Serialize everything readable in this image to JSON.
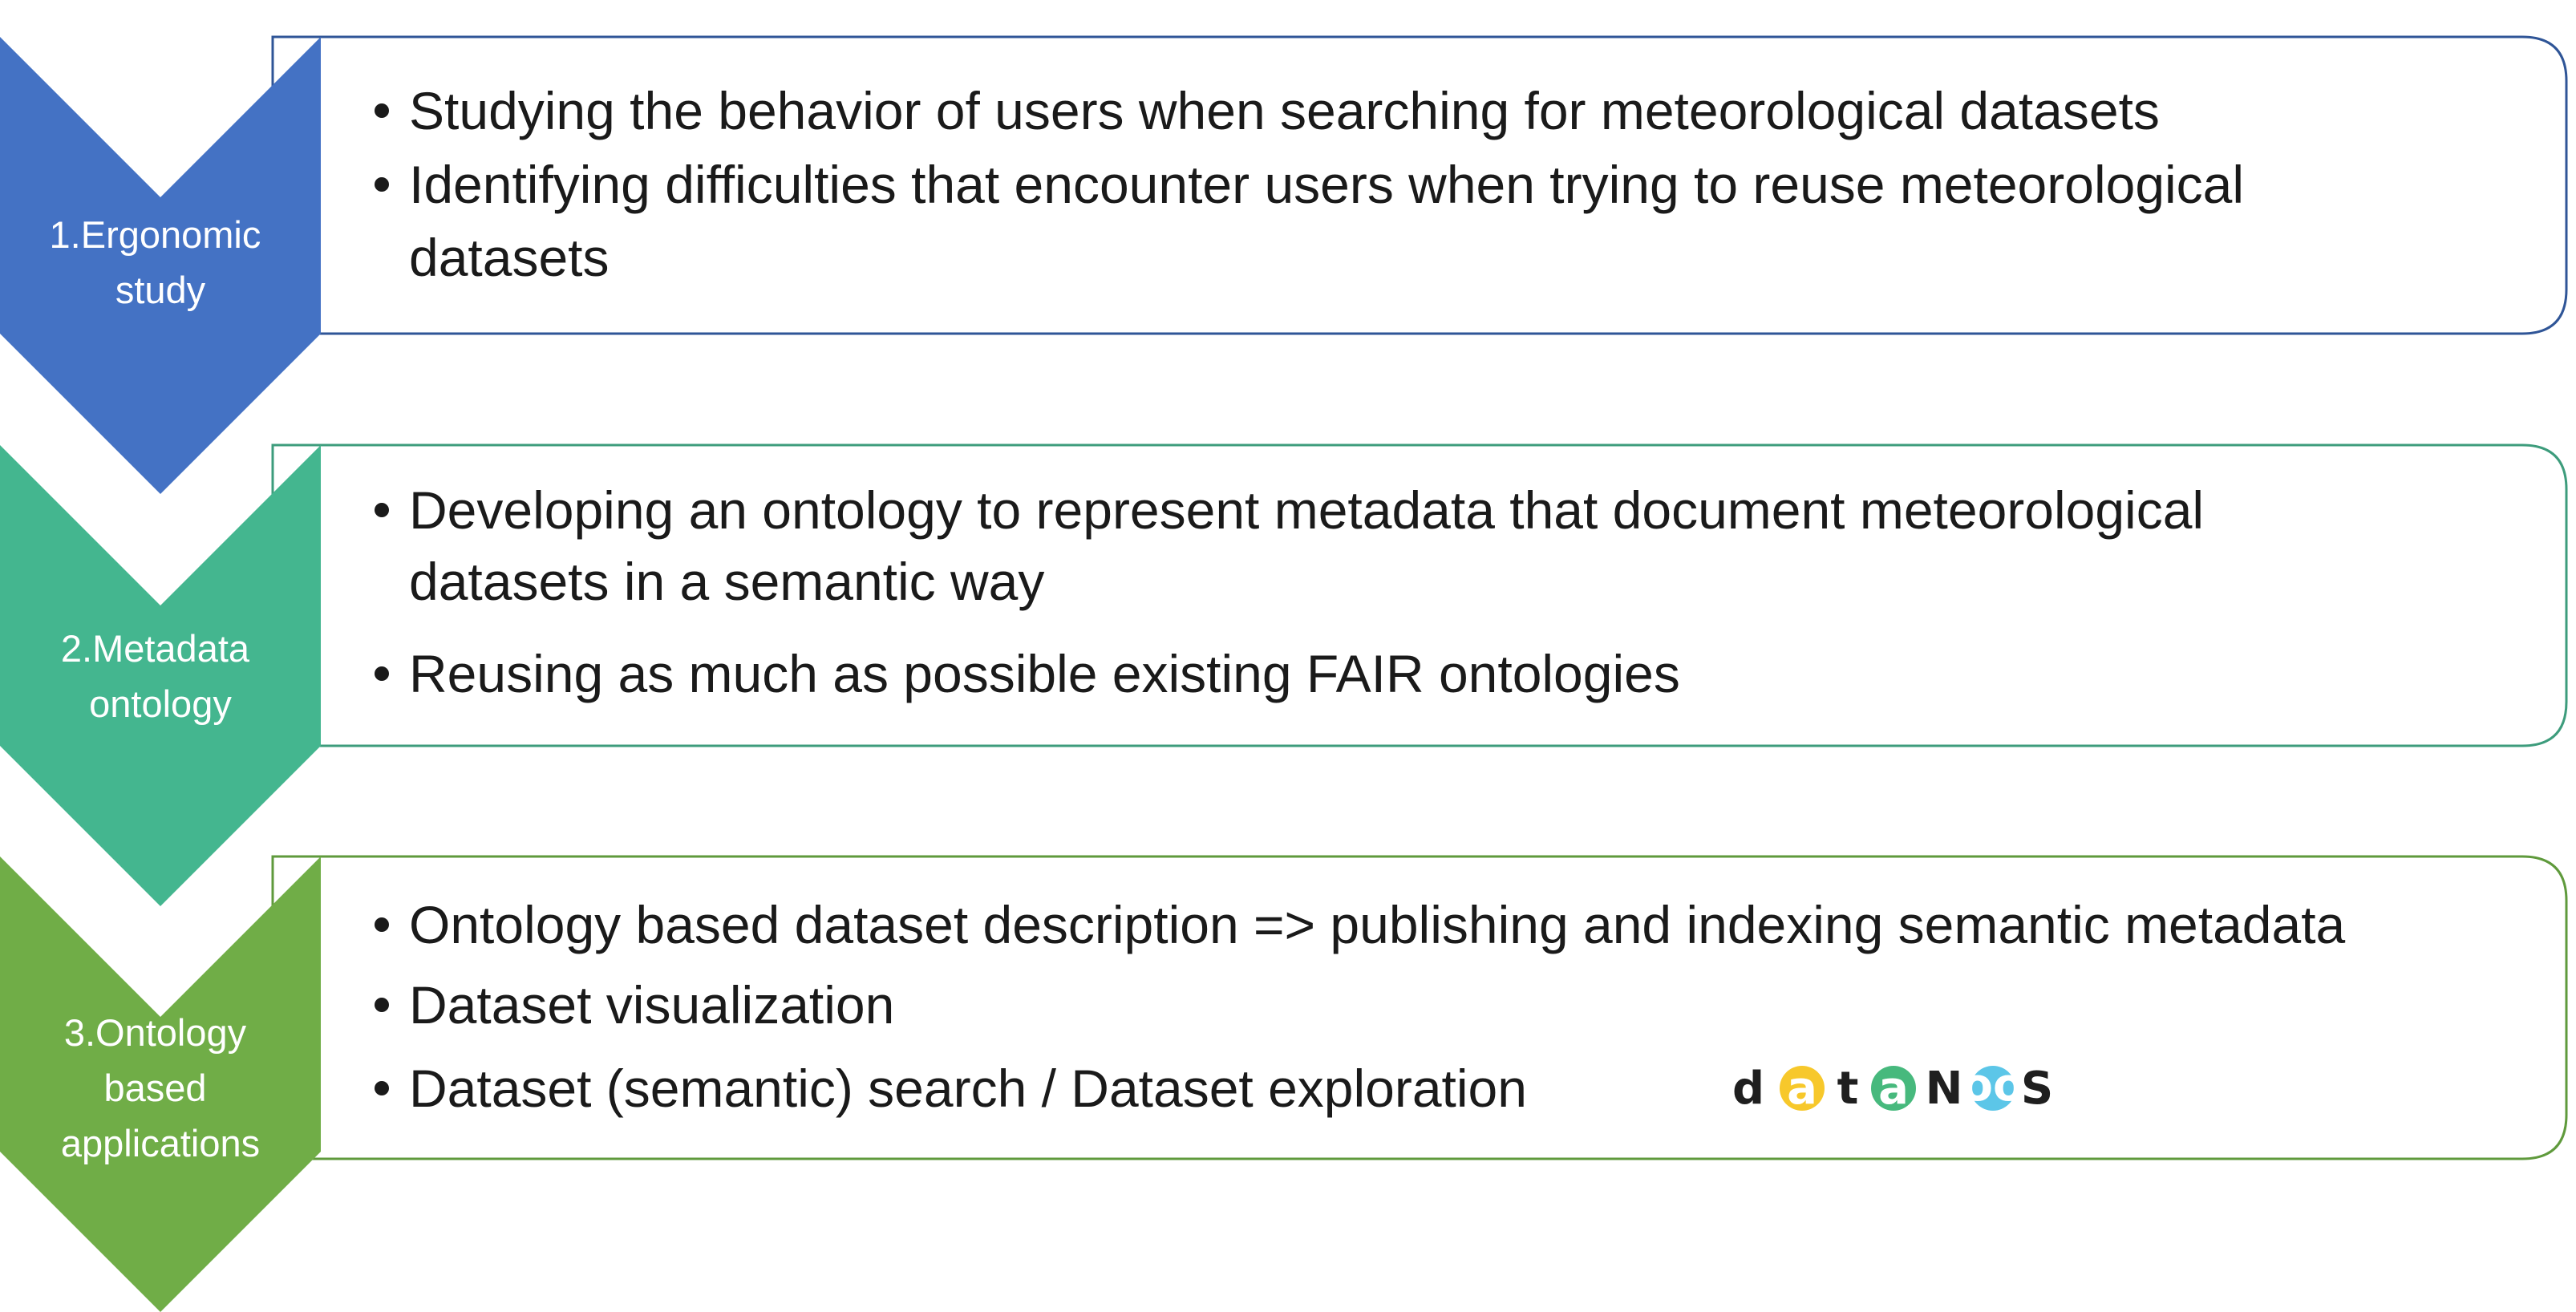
{
  "steps": [
    {
      "label_lines": [
        "1.Ergonomic",
        "study"
      ],
      "color": "#4472C4",
      "border_color": "#2F5597",
      "bullets": [
        [
          "Studying the behavior of users when searching for meteorological datasets"
        ],
        [
          "Identifying difficulties that encounter users when trying to reuse meteorological",
          "datasets"
        ]
      ]
    },
    {
      "label_lines": [
        "2.Metadata",
        "ontology"
      ],
      "color": "#44B68F",
      "border_color": "#3D9C7C",
      "bullets": [
        [
          "Developing an ontology to represent metadata that document meteorological",
          "datasets in a semantic way"
        ],
        [
          "Reusing as much as possible existing FAIR ontologies"
        ]
      ]
    },
    {
      "label_lines": [
        "3.Ontology",
        "based",
        "applications"
      ],
      "color": "#70AD47",
      "border_color": "#5F9A3C",
      "bullets": [
        [
          "Ontology based dataset description => publishing and indexing semantic metadata"
        ],
        [
          "Dataset visualization"
        ],
        [
          "Dataset (semantic) search / Dataset exploration"
        ]
      ]
    }
  ],
  "logo": {
    "letters": [
      "d",
      "a",
      "t",
      "a",
      "N",
      "oo",
      "S"
    ],
    "yellow": "#F7C82B",
    "green": "#47B97D",
    "blue": "#5CC6E8",
    "dark": "#1F1F1F"
  }
}
